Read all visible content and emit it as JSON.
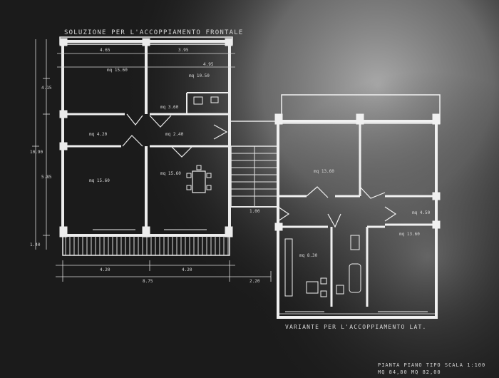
{
  "drawing": {
    "title_top": "SOLUZIONE PER L'ACCOPPIAMENTO FRONTALE",
    "title_bottom": "VARIANTE PER L'ACCOPPIAMENTO LAT.",
    "caption_line1": "PIANTA PIANO TIPO SCALA 1:100",
    "caption_line2": "MQ 84,80 MQ 82,00"
  },
  "room_labels": {
    "left_top_room": "mq 15.60",
    "left_top_right_room": "mq 10.50",
    "bath_small": "mq 3.60",
    "hall_upper": "mq 4.20",
    "corridor": "mq 2.40",
    "left_bottom_room": "mq 15.60",
    "left_bottom_right_room": "mq 15.60",
    "right_room_upper": "mq 13.60",
    "right_room_small": "mq 4.50",
    "right_kitchen": "mq 8.30",
    "right_room_lower": "mq 13.60"
  },
  "dimensions": {
    "top_1": "4.65",
    "top_2": "3.95",
    "top_3": "4.95",
    "left_1": "4.15",
    "left_2": "10.90",
    "left_3": "5.85",
    "left_4": "1.40",
    "bottom_1": "4.20",
    "bottom_2": "4.20",
    "bottom_total": "8.75",
    "bottom_right": "2.20",
    "hall": "1.00"
  },
  "colors": {
    "background": "#1b1b1b",
    "haze": "#b8b8b8",
    "line": "#e8e8e8",
    "wall": "#f2f2f2"
  }
}
